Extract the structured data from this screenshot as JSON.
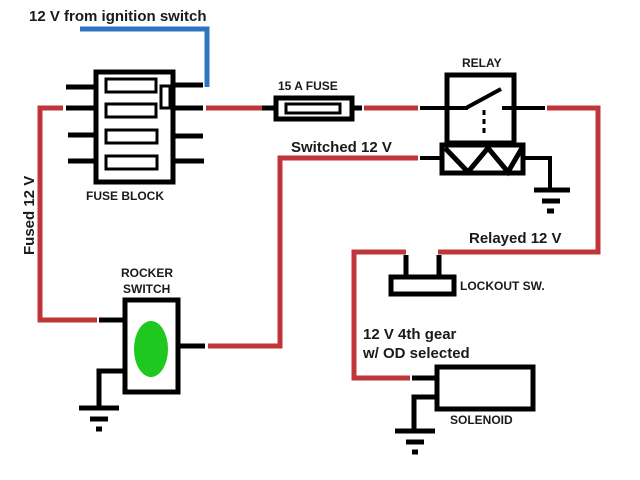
{
  "diagram": {
    "title": "Overdrive relay wiring diagram",
    "colors": {
      "power_wire": "#c0353a",
      "ignition_wire": "#2f74c0",
      "component": "#000000",
      "indicator": "#1ec81e"
    },
    "labels": {
      "ignition": "12 V from ignition switch",
      "fuse_block": "FUSE BLOCK",
      "fuse": "15 A FUSE",
      "relay": "RELAY",
      "switched": "Switched 12 V",
      "fused": "Fused 12 V",
      "rocker_line1": "ROCKER",
      "rocker_line2": "SWITCH",
      "relayed": "Relayed 12 V",
      "lockout": "LOCKOUT SW.",
      "gear_line1": "12 V 4th gear",
      "gear_line2": "w/ OD selected",
      "solenoid": "SOLENOID"
    },
    "components": [
      {
        "id": "fuse-block",
        "icon": "fuse-block-icon"
      },
      {
        "id": "inline-fuse",
        "icon": "fuse-icon"
      },
      {
        "id": "relay",
        "icon": "relay-icon"
      },
      {
        "id": "rocker-switch",
        "icon": "rocker-switch-icon"
      },
      {
        "id": "lockout-switch",
        "icon": "switch-icon"
      },
      {
        "id": "solenoid",
        "icon": "solenoid-icon"
      },
      {
        "id": "ground-relay",
        "icon": "ground-icon"
      },
      {
        "id": "ground-rocker",
        "icon": "ground-icon"
      },
      {
        "id": "ground-solenoid",
        "icon": "ground-icon"
      }
    ]
  }
}
